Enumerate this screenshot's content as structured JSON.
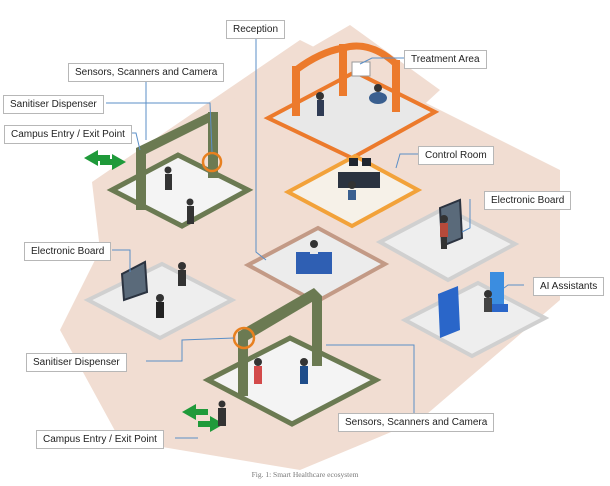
{
  "labels": {
    "reception": "Reception",
    "treatment_area": "Treatment Area",
    "sensors_top": "Sensors, Scanners and Camera",
    "sanitiser_top": "Sanitiser Dispenser",
    "campus_entry_top": "Campus Entry / Exit Point",
    "control_room": "Control Room",
    "electronic_board_right": "Electronic Board",
    "electronic_board_left": "Electronic Board",
    "ai_assistants": "AI Assistants",
    "sanitiser_bottom": "Sanitiser Dispenser",
    "sensors_bottom": "Sensors, Scanners and Camera",
    "campus_entry_bottom": "Campus Entry / Exit Point"
  },
  "caption": "Fig. 1: Smart Healthcare ecosystem",
  "colors": {
    "ground": "#f1ddd2",
    "gate": "#6b7a52",
    "treatment": "#ec7a2c",
    "control": "#f2a23a",
    "reception": "#c39a86",
    "grey_platform": "#d9d9d9",
    "leader_line": "#5b8fc7",
    "entry_arrow": "#1f9a3a"
  }
}
